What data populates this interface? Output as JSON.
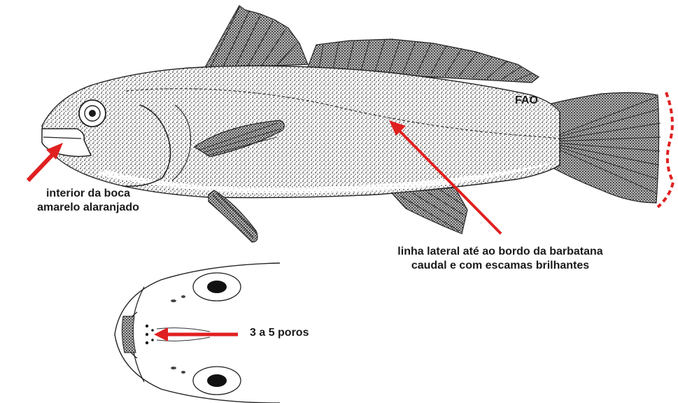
{
  "source_label": "FAO",
  "annotations": {
    "mouth": {
      "line1": "interior da boca",
      "line2": "amarelo alaranjado"
    },
    "lateral_line": {
      "line1": "linha lateral até ao bordo da barbatana",
      "line2": "caudal e com escamas brilhantes"
    },
    "pores": {
      "text": "3 a 5 poros"
    }
  },
  "colors": {
    "arrow": "#e02020",
    "tail_edge": "#e02020",
    "ink": "#1a1a1a"
  },
  "icons": [
    "fish-illustration",
    "fish-head-ventral-illustration"
  ]
}
